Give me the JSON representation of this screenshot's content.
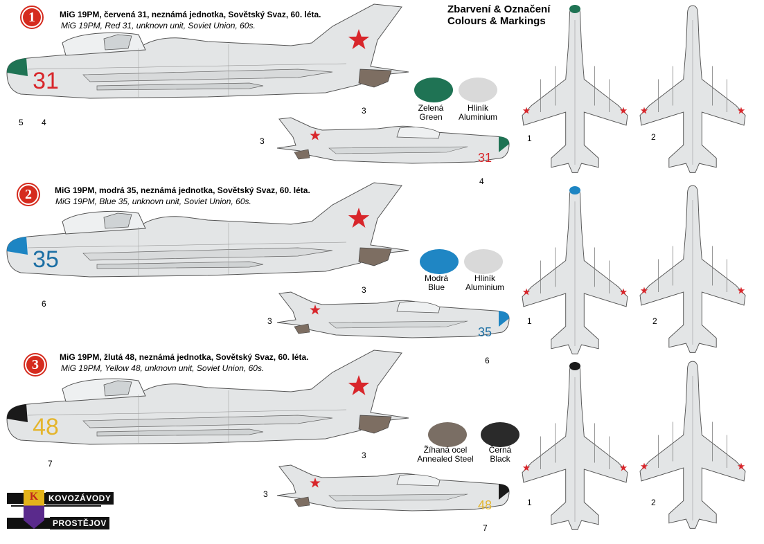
{
  "header": {
    "cz": "Zbarvení & Označení",
    "en": "Colours & Markings"
  },
  "schemes": [
    {
      "badge": "1",
      "title_cz": "MiG 19PM, červená 31, neznámá jednotka, Sovětský Svaz, 60. léta.",
      "title_en": "MiG 19PM, Red 31, unknovn unit, Soviet Union, 60s.",
      "code": "31",
      "nose_color": "#1f7354",
      "code_color": "#d8262b",
      "callouts_main": [
        "5",
        "4",
        "3"
      ],
      "callouts_side": [
        "3",
        "4"
      ],
      "callouts_top": [
        "1",
        "2"
      ]
    },
    {
      "badge": "2",
      "title_cz": "MiG 19PM, modrá 35, neznámá jednotka, Sovětský Svaz, 60. léta.",
      "title_en": "MiG 19PM, Blue 35, unknovn unit, Soviet Union, 60s.",
      "code": "35",
      "nose_color": "#1d85c3",
      "code_color": "#1c6fa4",
      "callouts_main": [
        "6",
        "3"
      ],
      "callouts_side": [
        "3",
        "6"
      ],
      "callouts_top": [
        "1",
        "2"
      ]
    },
    {
      "badge": "3",
      "title_cz": "MiG 19PM, žlutá 48, neznámá jednotka, Sovětský Svaz, 60. léta.",
      "title_en": "MiG 19PM, Yellow 48, unknovn unit, Soviet Union, 60s.",
      "code": "48",
      "nose_color": "#1a1a1a",
      "code_color": "#e4b52c",
      "callouts_main": [
        "7",
        "3"
      ],
      "callouts_side": [
        "3",
        "7"
      ],
      "callouts_top": [
        "1",
        "2"
      ]
    }
  ],
  "swatches": [
    {
      "color": "#1f7354",
      "label1": "Zelená",
      "label2": "Green"
    },
    {
      "color": "#d9d9d9",
      "label1": "Hliník",
      "label2": "Aluminium"
    },
    {
      "color": "#1f86c4",
      "label1": "Modrá",
      "label2": "Blue"
    },
    {
      "color": "#d9d9d9",
      "label1": "Hliník",
      "label2": "Aluminium"
    },
    {
      "color": "#7a6e64",
      "label1": "Žíhaná ocel",
      "label2": "Annealed Steel"
    },
    {
      "color": "#2a2a2a",
      "label1": "Černá",
      "label2": "Black"
    }
  ],
  "logo": {
    "line1": "KOVOZÁVODY",
    "line2": "PROSTĚJOV",
    "letter": "K"
  },
  "colors": {
    "aircraft": "#e3e5e6",
    "outline": "#555555",
    "star": "#d8262b",
    "exhaust": "#7d6e62"
  }
}
